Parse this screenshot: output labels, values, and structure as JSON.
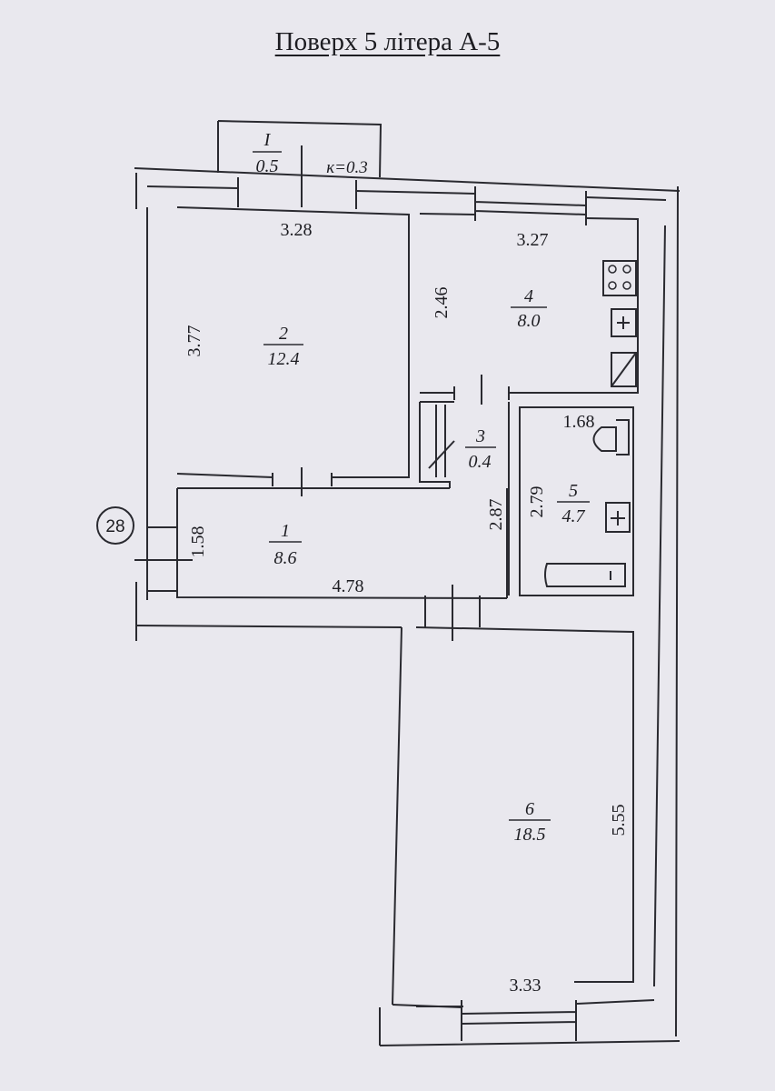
{
  "title": "Поверх 5 літера А-5",
  "building_marker": "28",
  "balcony": {
    "number": "I",
    "area": "0.5",
    "coefficient": "к=0.3"
  },
  "rooms": [
    {
      "id": "room-1",
      "number": "1",
      "area": "8.6",
      "length": "4.78",
      "width": "1.58",
      "side": "2.87"
    },
    {
      "id": "room-2",
      "number": "2",
      "area": "12.4",
      "length": "3.28",
      "width": "3.77"
    },
    {
      "id": "room-3",
      "number": "3",
      "area": "0.4"
    },
    {
      "id": "room-4",
      "number": "4",
      "area": "8.0",
      "length": "3.27",
      "width": "2.46"
    },
    {
      "id": "room-5",
      "number": "5",
      "area": "4.7",
      "length": "1.68",
      "width": "2.79"
    },
    {
      "id": "room-6",
      "number": "6",
      "area": "18.5",
      "length": "3.33",
      "width": "5.55"
    }
  ]
}
